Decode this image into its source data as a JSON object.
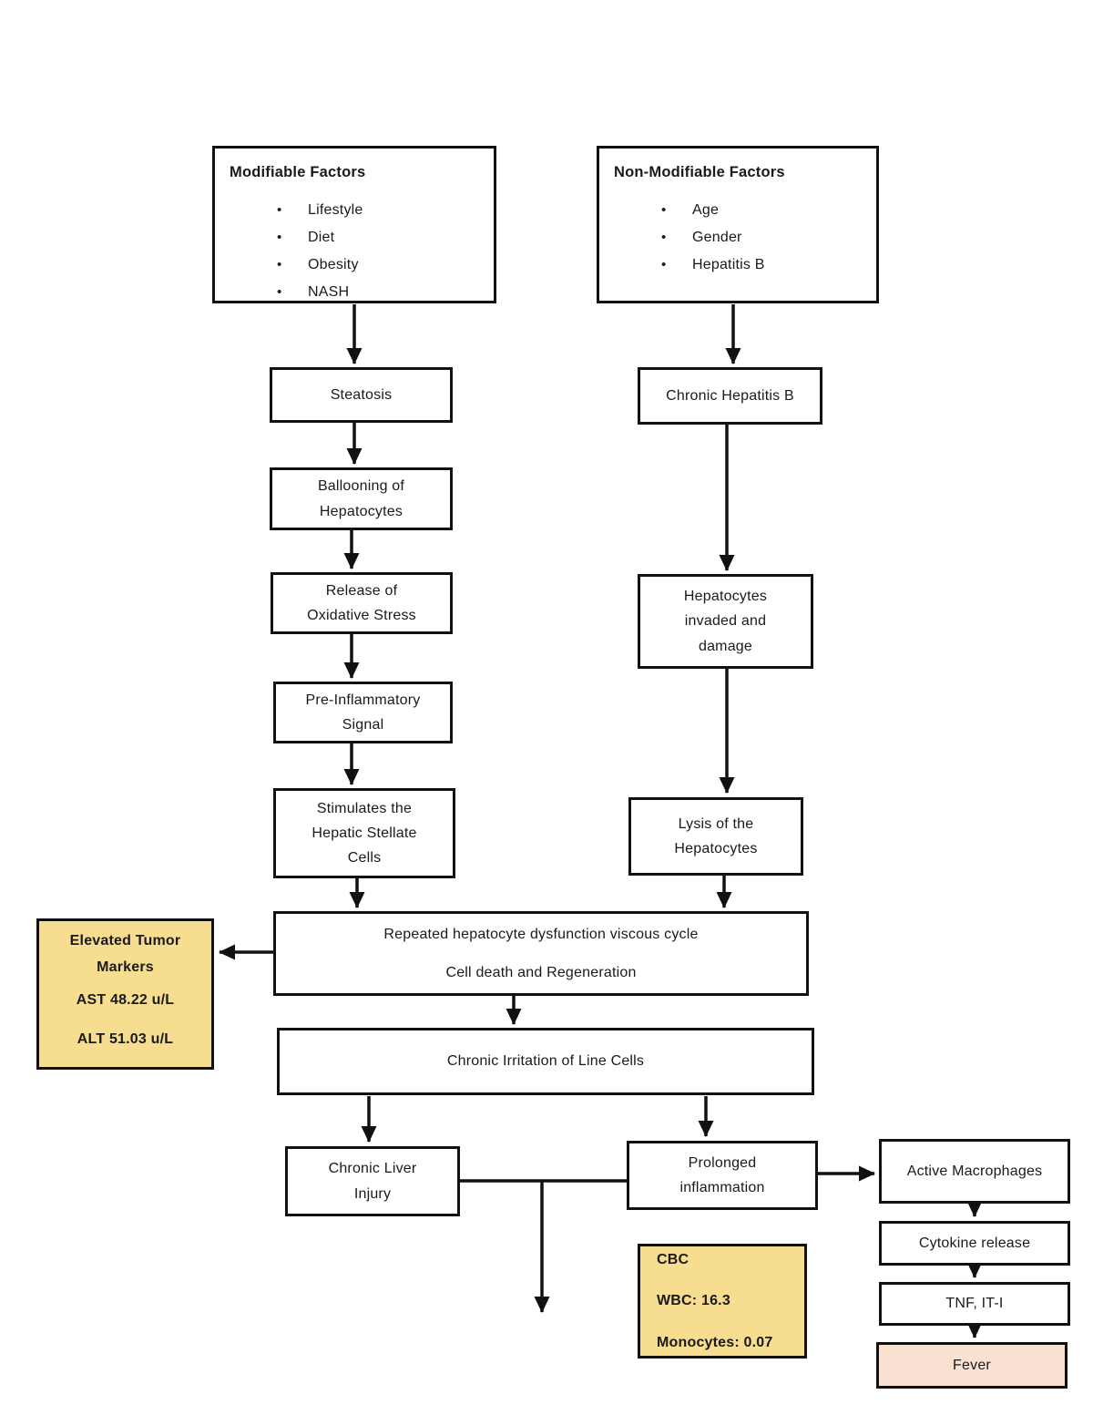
{
  "diagram": {
    "bullet_glyph": "•",
    "colors": {
      "box_border": "#111111",
      "box_fill": "#ffffff",
      "highlight_yellow": "#f6dd90",
      "highlight_pink": "#f9e2d2"
    },
    "nodes": {
      "modifiable_factors": {
        "title": "Modifiable Factors",
        "items": [
          "Lifestyle",
          "Diet",
          "Obesity",
          "NASH"
        ]
      },
      "non_modifiable_factors": {
        "title": "Non-Modifiable Factors",
        "items": [
          "Age",
          "Gender",
          "Hepatitis B"
        ]
      },
      "steatosis": {
        "label": "Steatosis"
      },
      "ballooning": {
        "lines": [
          "Ballooning of",
          "Hepatocytes"
        ]
      },
      "oxidative_stress": {
        "lines": [
          "Release of",
          "Oxidative Stress"
        ]
      },
      "pre_inflammatory": {
        "lines": [
          "Pre-Inflammatory",
          "Signal"
        ]
      },
      "stellate": {
        "lines": [
          "Stimulates the",
          "Hepatic Stellate",
          "Cells"
        ]
      },
      "chronic_hep_b": {
        "label": "Chronic Hepatitis B"
      },
      "hepatocytes_invaded": {
        "lines": [
          "Hepatocytes",
          "invaded and",
          "damage"
        ]
      },
      "lysis": {
        "lines": [
          "Lysis of the",
          "Hepatocytes"
        ]
      },
      "repeated_dysfunction": {
        "line1": "Repeated hepatocyte dysfunction viscous cycle",
        "line2": "Cell death and Regeneration"
      },
      "tumor_markers": {
        "title_lines": [
          "Elevated Tumor",
          "Markers"
        ],
        "ast": "AST 48.22 u/L",
        "alt": "ALT 51.03 u/L"
      },
      "chronic_irritation": {
        "label": "Chronic Irritation of Line Cells"
      },
      "chronic_liver_injury": {
        "lines": [
          "Chronic Liver",
          "Injury"
        ]
      },
      "prolonged_inflammation": {
        "lines": [
          "Prolonged",
          "inflammation"
        ]
      },
      "active_macrophages": {
        "label": "Active Macrophages"
      },
      "cytokine_release": {
        "label": "Cytokine release"
      },
      "tnf": {
        "label": "TNF, IT-I"
      },
      "fever": {
        "label": "Fever"
      },
      "cbc": {
        "title": "CBC",
        "wbc": "WBC: 16.3",
        "monocytes": "Monocytes: 0.07"
      }
    }
  }
}
